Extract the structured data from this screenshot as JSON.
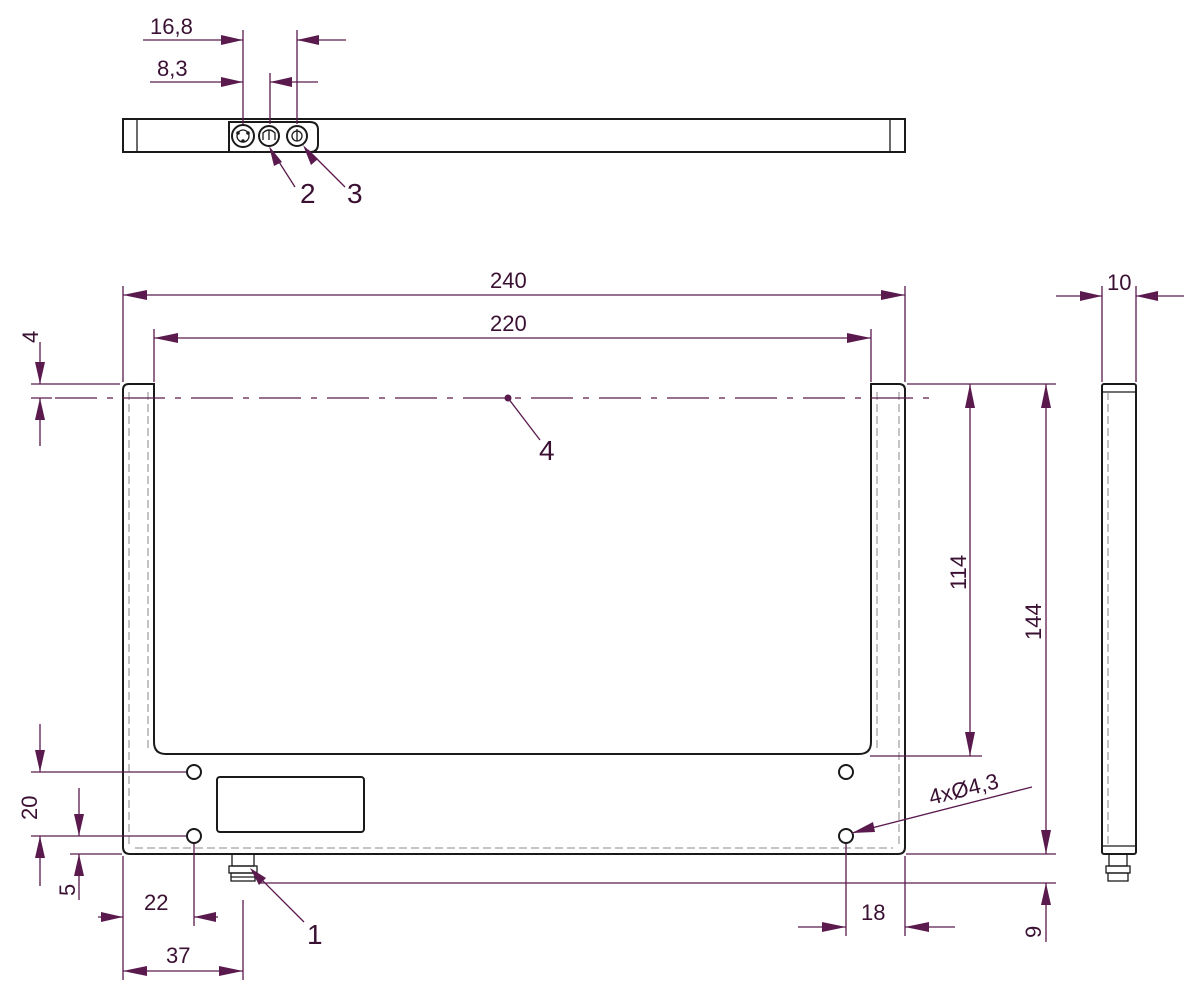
{
  "top_view": {
    "dim_16_8": "16,8",
    "dim_8_3": "8,3",
    "callout_2": "2",
    "callout_3": "3"
  },
  "front_view": {
    "dim_240": "240",
    "dim_220": "220",
    "dim_4": "4",
    "dim_114": "114",
    "dim_144": "144",
    "dim_20": "20",
    "dim_5": "5",
    "dim_22": "22",
    "dim_37": "37",
    "dim_18": "18",
    "dim_9": "9",
    "hole_spec": "4xØ4,3",
    "callout_1": "1",
    "callout_4": "4"
  },
  "side_view": {
    "dim_10": "10"
  }
}
